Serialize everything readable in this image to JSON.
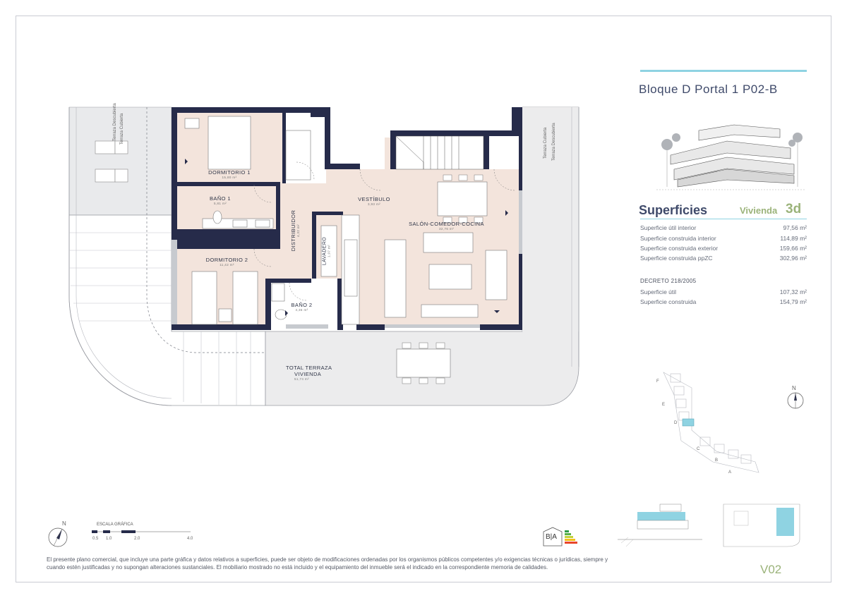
{
  "header": {
    "title": "Bloque D Portal 1 P02-B"
  },
  "superficies": {
    "heading": "Superficies",
    "vivienda_label": "Vivienda",
    "vivienda_value": "3d",
    "rows": [
      {
        "label": "Superficie útil interior",
        "value": "97,56 m²"
      },
      {
        "label": "Superficie construida interior",
        "value": "114,89 m²"
      },
      {
        "label": "Superficie construida exterior",
        "value": "159,66 m²"
      },
      {
        "label": "Superficie construida ppZC",
        "value": "302,96 m²"
      }
    ],
    "decreto_title": "DECRETO 218/2005",
    "decreto_rows": [
      {
        "label": "Superficie útil",
        "value": "107,32 m²"
      },
      {
        "label": "Superficie construida",
        "value": "154,79 m²"
      }
    ]
  },
  "plan": {
    "rooms": {
      "dormitorio1": {
        "name": "DORMITORIO 1",
        "area": "15,80 m²"
      },
      "bano1": {
        "name": "BAÑO 1",
        "area": "5,81 m²"
      },
      "dormitorio2": {
        "name": "DORMITORIO 2",
        "area": "11,42 m²"
      },
      "distribuidor": {
        "name": "DISTRIBUIDOR",
        "area": "4,32 m²"
      },
      "lavadero": {
        "name": "LAVADERO",
        "area": "1,97 m²"
      },
      "vestibulo": {
        "name": "VESTÍBULO",
        "area": "3,93 m²"
      },
      "salon": {
        "name": "SALÓN-COMEDOR-COCINA",
        "area": "32,76 m²"
      },
      "bano2": {
        "name": "BAÑO 2",
        "area": "4,36 m²"
      },
      "terraza_line1": "TOTAL  TERRAZA",
      "terraza_line2": "VIVIENDA",
      "terraza_area": "51,74 m²"
    },
    "terrace_labels": {
      "left_a": "Terraza Descubierta",
      "left_b": "Terraza Cubierta",
      "right_a": "Terraza Cubierta",
      "right_b": "Terraza Descubierta"
    }
  },
  "scale": {
    "title": "ESCALA GRÁFICA",
    "ticks": [
      "0.5",
      "1.0",
      "2.0",
      "4.0"
    ]
  },
  "north_label": "N",
  "site_map": {
    "blocks": [
      "F",
      "E",
      "D",
      "C",
      "B",
      "A"
    ],
    "north": "N"
  },
  "energy_badge": {
    "text": "B|A"
  },
  "footer": {
    "disclaimer": "El presente plano comercial, que incluye una parte gráfica y datos relativos a superficies, puede ser objeto de modificaciones ordenadas por los organismos públicos competentes y/o exigencias técnicas o jurídicas, siempre y cuando estén justificadas y no supongan alteraciones sustanciales. El mobiliario mostrado no está incluido y el equipamiento del inmueble será el indicado en la correspondiente memoria de calidades.",
    "code": "V02"
  },
  "colors": {
    "wall": "#262b4a",
    "room_fill": "#f3e4dc",
    "accent": "#8fd3e2",
    "green": "#9bb37a"
  }
}
